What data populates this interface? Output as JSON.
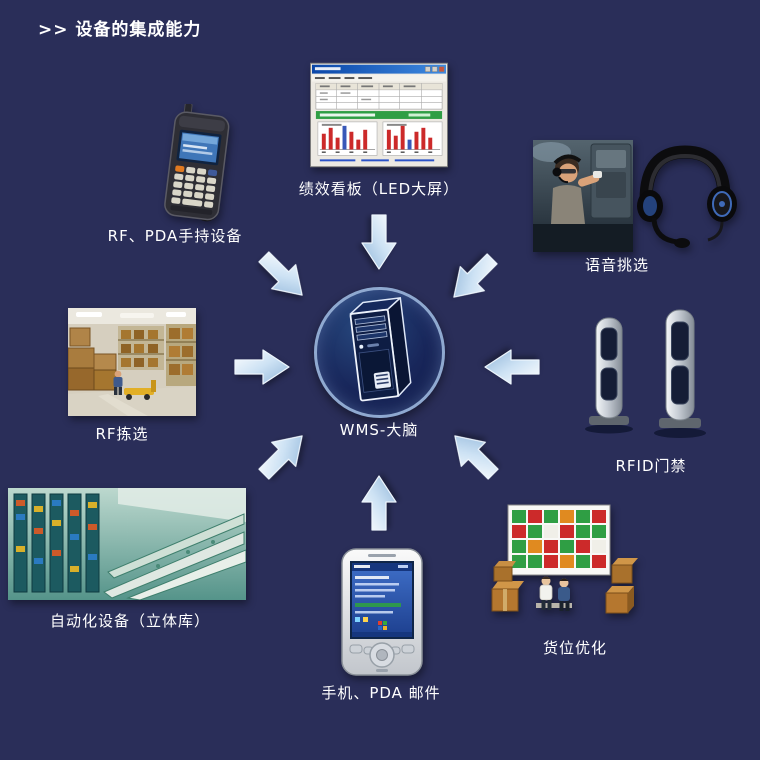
{
  "title": ">> 设备的集成能力",
  "center": {
    "label": "WMS-大脑",
    "icon": "server-tower-icon"
  },
  "nodes": [
    {
      "id": "rf-pda-handheld",
      "label": "RF、PDA手持设备",
      "icon": "handheld-scanner-icon",
      "position": "top-left"
    },
    {
      "id": "led-dashboard",
      "label": "绩效看板（LED大屏）",
      "icon": "dashboard-window-icon",
      "position": "top"
    },
    {
      "id": "voice-picking",
      "label": "语音挑选",
      "icon": "headset-icon",
      "position": "top-right"
    },
    {
      "id": "rf-picking",
      "label": "RF拣选",
      "icon": "warehouse-photo-icon",
      "position": "left"
    },
    {
      "id": "rfid-gate",
      "label": "RFID门禁",
      "icon": "rfid-gates-icon",
      "position": "right"
    },
    {
      "id": "automated-warehouse",
      "label": "自动化设备（立体库）",
      "icon": "asrs-photo-icon",
      "position": "bottom-left"
    },
    {
      "id": "mobile-pda-mail",
      "label": "手机、PDA 邮件",
      "icon": "pda-phone-icon",
      "position": "bottom"
    },
    {
      "id": "slot-optimization",
      "label": "货位优化",
      "icon": "slot-board-icon",
      "position": "bottom-right"
    }
  ],
  "colors": {
    "background": "#2a2e59",
    "arrow": "#cde2f4",
    "text": "#ffffff",
    "circle_ring": "#8fa9d0",
    "highlight_green": "#2f9e44",
    "highlight_red": "#cc2a2a"
  }
}
